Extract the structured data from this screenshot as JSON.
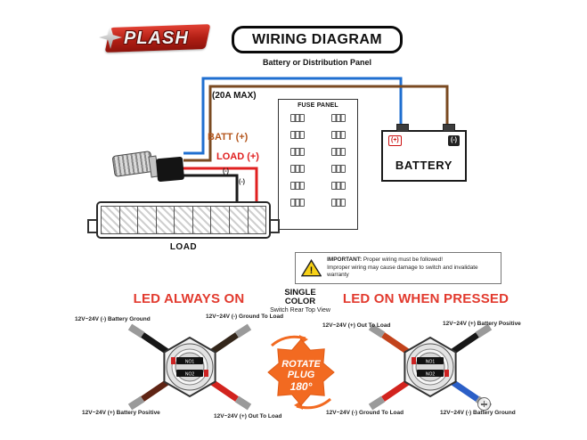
{
  "colors": {
    "accent_red": "#e23a2e",
    "wire_blue": "#1f6fd0",
    "wire_brown": "#7a4a21",
    "wire_black": "#1a1a1a",
    "wire_red": "#e02020",
    "warning_yellow": "#f7d117",
    "rotate_orange": "#f26a21"
  },
  "header": {
    "logo_text": "PLASH",
    "title": "WIRING DIAGRAM",
    "subtitle": "Battery or Distribution Panel"
  },
  "diagram": {
    "amp_label": "(20A MAX)",
    "fuse_panel_label": "FUSE PANEL",
    "battery_label": "BATTERY",
    "battery_pos_label": "(+)",
    "battery_neg_label": "(-)",
    "batt_wire_label": "BATT (+)",
    "load_wire_label": "LOAD (+)",
    "neg_wire_label_1": "(-)",
    "neg_wire_label_2": "(-)",
    "load_label": "LOAD"
  },
  "warning": {
    "title": "IMPORTANT:",
    "line1": "Proper wiring must be followed!",
    "line2": "Improper wiring may cause damage to switch and invalidate warranty",
    "exclamation": "!"
  },
  "bottom": {
    "left_title": "LED ALWAYS ON",
    "center_line1": "SINGLE",
    "center_line2": "COLOR",
    "center_subtitle": "Switch Rear Top View",
    "right_title": "LED ON WHEN PRESSED",
    "rotate": {
      "line1": "ROTATE",
      "line2": "PLUG",
      "line3": "180°"
    },
    "switch_pins": {
      "pin1": "NO1",
      "pin2": "NO2"
    },
    "left_switch_labels": {
      "top_left": "12V~24V (-) Battery Ground",
      "top_right": "12V~24V (-) Ground To Load",
      "bottom_left": "12V~24V (+) Battery Positive",
      "bottom_right": "12V~24V (+) Out To Load"
    },
    "right_switch_labels": {
      "top_left": "12V~24V (+) Out To Load",
      "top_right": "12V~24V (+) Battery Positive",
      "bottom_left": "12V~24V (-) Ground To Load",
      "bottom_right": "12V~24V (-) Battery Ground"
    }
  }
}
